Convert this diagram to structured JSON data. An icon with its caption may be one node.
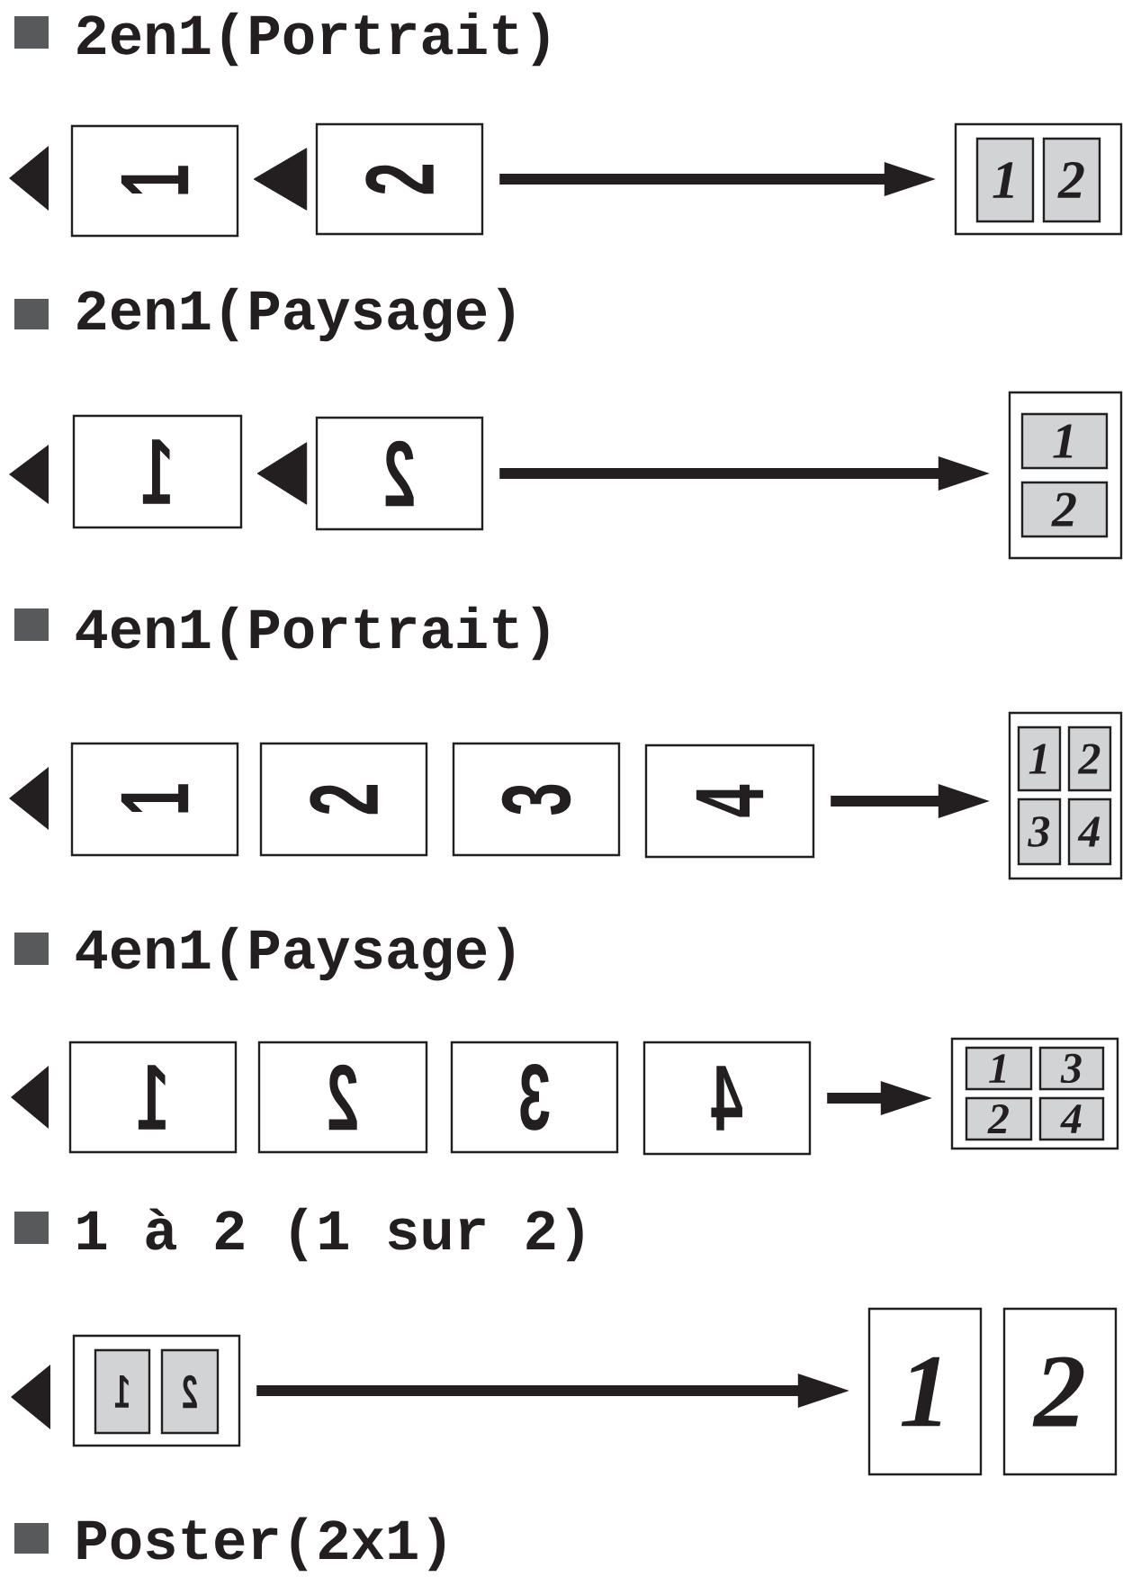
{
  "diagram": {
    "nodes": [
      {
        "text": [
          "1"
        ]
      },
      {
        "text": [
          "2"
        ]
      },
      {
        "text": [],
        "shape": "box"
      },
      {
        "text": [
          "1"
        ],
        "in": 2
      },
      {
        "text": [
          "2"
        ],
        "in": 2
      },
      {
        "text": [
          "1"
        ]
      },
      {
        "text": [
          "2"
        ]
      },
      {
        "text": [],
        "shape": "box"
      },
      {
        "text": [
          "1"
        ],
        "in": 7
      },
      {
        "text": [
          "2"
        ],
        "in": 7
      },
      {
        "text": [
          "1"
        ]
      },
      {
        "text": [
          "2"
        ]
      },
      {
        "text": [
          "3"
        ]
      },
      {
        "text": [
          "4"
        ]
      },
      {
        "text": [],
        "shape": "box"
      },
      {
        "text": [
          "1"
        ],
        "in": 14
      },
      {
        "text": [
          "2"
        ],
        "in": 14
      },
      {
        "text": [
          "3"
        ],
        "in": 14
      },
      {
        "text": [
          "4"
        ],
        "in": 14
      },
      {
        "text": [
          "1"
        ]
      },
      {
        "text": [
          "2"
        ]
      },
      {
        "text": [
          "3"
        ]
      },
      {
        "text": [
          "4"
        ]
      },
      {
        "text": [],
        "shape": "box"
      },
      {
        "text": [
          "1"
        ],
        "in": 23
      },
      {
        "text": [
          "3"
        ],
        "in": 23
      },
      {
        "text": [
          "2"
        ],
        "in": 23
      },
      {
        "text": [
          "4"
        ],
        "in": 23
      },
      {
        "text": [],
        "shape": "box"
      },
      {
        "text": [
          "1"
        ],
        "in": 28
      },
      {
        "text": [
          "2"
        ],
        "in": 28
      },
      {
        "text": [
          "1"
        ]
      },
      {
        "text": [
          "2"
        ]
      }
    ],
    "edges": [
      {
        "from": 1,
        "to": 0,
        "arrow": "to"
      },
      {
        "from": 1,
        "to": 2,
        "arrow": "to"
      },
      {
        "from": 6,
        "to": 5,
        "arrow": "to"
      },
      {
        "from": 6,
        "to": 7,
        "arrow": "to"
      },
      {
        "from": 13,
        "to": 14,
        "arrow": "to"
      },
      {
        "from": 22,
        "to": 23,
        "arrow": "to"
      },
      {
        "from": 28,
        "to": 31,
        "arrow": "to"
      }
    ],
    "labels": [
      "2en1(Portrait)",
      "2en1(Paysage)",
      "4en1(Portrait)",
      "4en1(Paysage)",
      "1 à 2 (1 sur 2)",
      "Poster(2x1)"
    ]
  }
}
